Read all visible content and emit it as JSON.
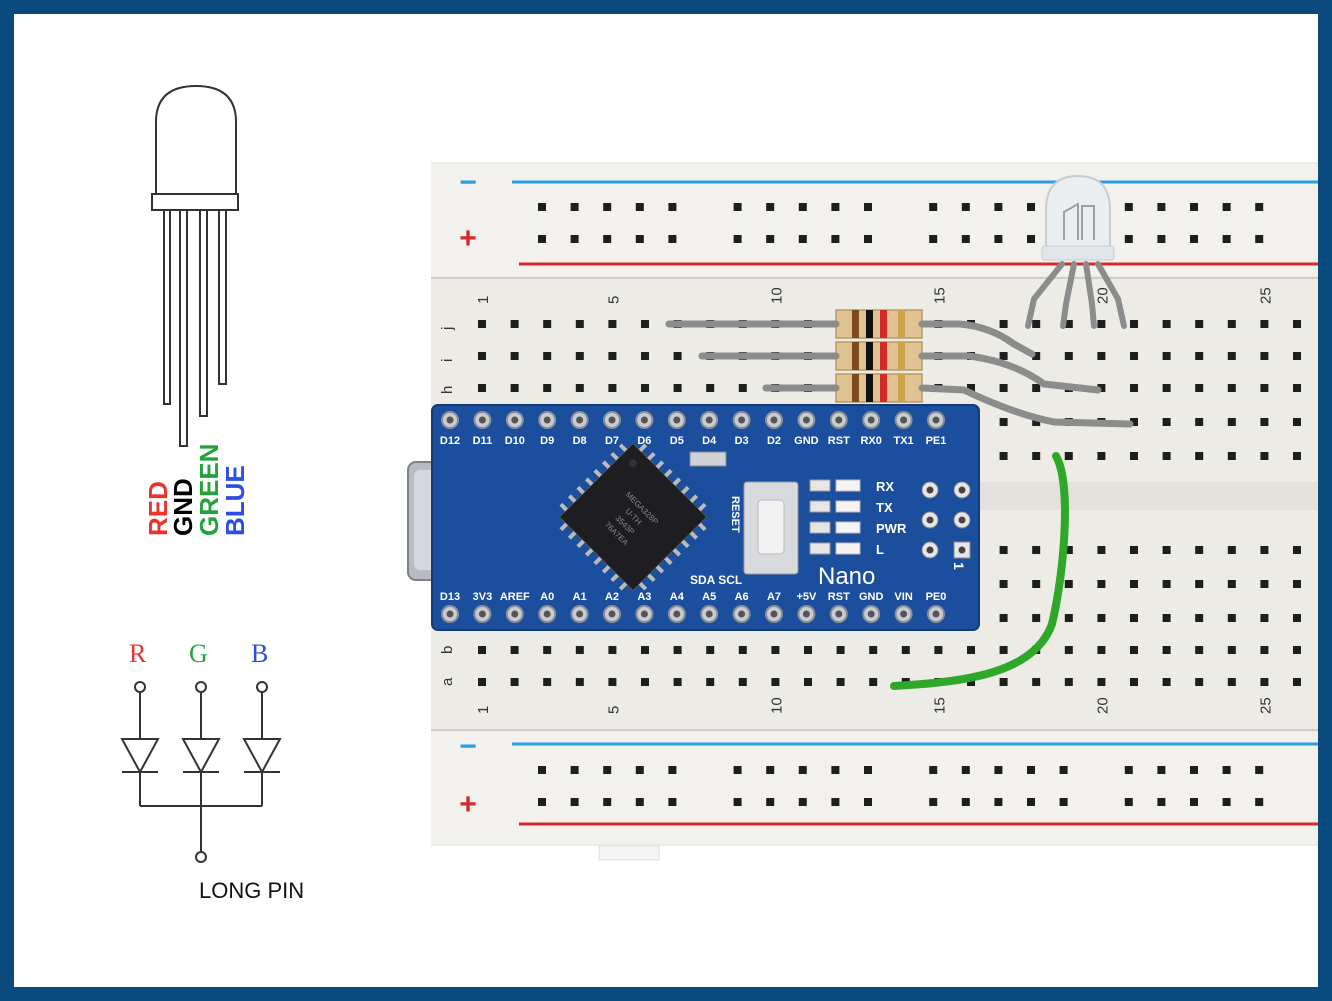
{
  "led_pin_labels": [
    {
      "text": "RED",
      "color": "#e8342c"
    },
    {
      "text": "GND",
      "color": "#000000"
    },
    {
      "text": "GREEN",
      "color": "#23a33a"
    },
    {
      "text": "BLUE",
      "color": "#2b4fe0"
    }
  ],
  "schematic": {
    "r_label": "R",
    "g_label": "G",
    "b_label": "B",
    "common_label": "LONG PIN"
  },
  "breadboard": {
    "column_numbers": [
      "1",
      "5",
      "10",
      "15",
      "20",
      "25"
    ],
    "top_row_letters": [
      "j",
      "i",
      "h"
    ],
    "bottom_row_letters": [
      "b",
      "a"
    ],
    "rail_minus": "−",
    "rail_plus": "+"
  },
  "nano": {
    "name": "Nano",
    "top_pins": [
      "D12",
      "D11",
      "D10",
      "D9",
      "D8",
      "D7",
      "D6",
      "D5",
      "D4",
      "D3",
      "D2",
      "GND",
      "RST",
      "RX0",
      "TX1",
      "PE1"
    ],
    "bottom_pins": [
      "D13",
      "3V3",
      "AREF",
      "A0",
      "A1",
      "A2",
      "A3",
      "A4",
      "A5",
      "A6",
      "A7",
      "+5V",
      "RST",
      "GND",
      "VIN",
      "PE0"
    ],
    "leds": [
      "RX",
      "TX",
      "PWR",
      "L"
    ],
    "reset_label": "RESET",
    "i2c_label": "SDA SCL",
    "chip_text": [
      "MEGA328P",
      "U-TH",
      "3543P",
      "76A7EA"
    ],
    "header_number": "1"
  },
  "colors": {
    "frame": "#0b4a7d",
    "board": "#1c4e9e",
    "rail_red": "#d42a2a",
    "rail_blue": "#2aa0dc",
    "wire_grey": "#8c8c8c",
    "wire_green": "#2fa82a"
  }
}
